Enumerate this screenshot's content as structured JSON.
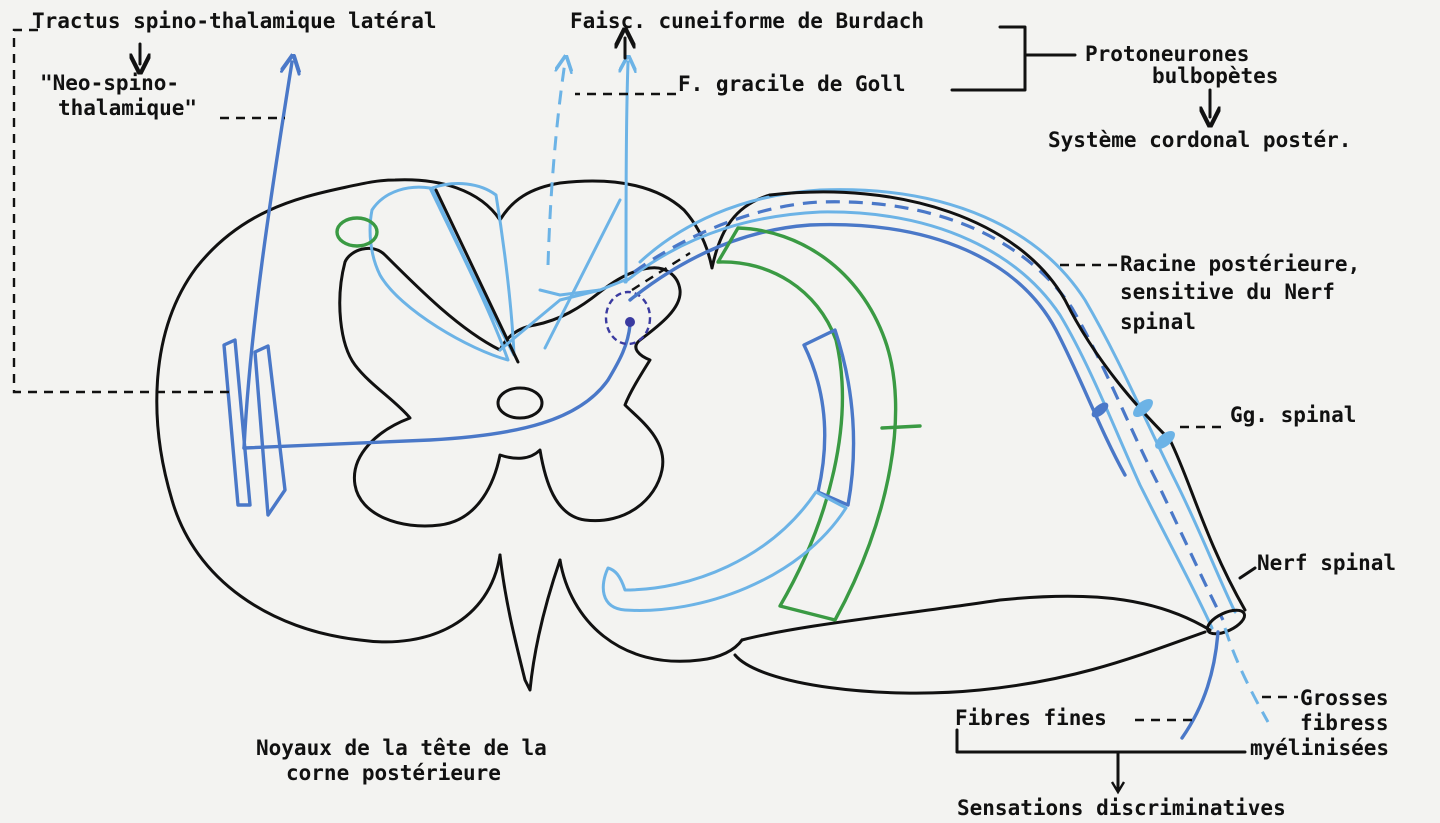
{
  "labels": {
    "tractus": "Tractus spino-thalamique latéral",
    "neo_line1": "\"Neo-spino-",
    "neo_line2": "thalamique\"",
    "faisc": "Faisc. cuneiforme de Burdach",
    "gracile": "F. gracile de Goll",
    "proto_line1": "Protoneurones",
    "proto_line2": "bulbopètes",
    "systeme": "Système cordonal postér.",
    "racine_line1": "Racine postérieure,",
    "racine_line2": "sensitive du Nerf",
    "racine_line3": "spinal",
    "gg": "Gg. spinal",
    "nerf": "Nerf spinal",
    "grosses_line1": "Grosses",
    "grosses_line2": "fibress",
    "grosses_line3": "myélinisées",
    "fibres_fines": "Fibres fines",
    "noyaux_line1": "Noyaux de la tête de la",
    "noyaux_line2": "corne postérieure",
    "sensations": "Sensations discriminatives"
  },
  "colors": {
    "outline": "#111111",
    "light_blue": "#6cb3e6",
    "dark_blue": "#4a78c8",
    "green": "#3a9a43",
    "purple": "#3a3aa0",
    "background": "#f3f3f1"
  }
}
